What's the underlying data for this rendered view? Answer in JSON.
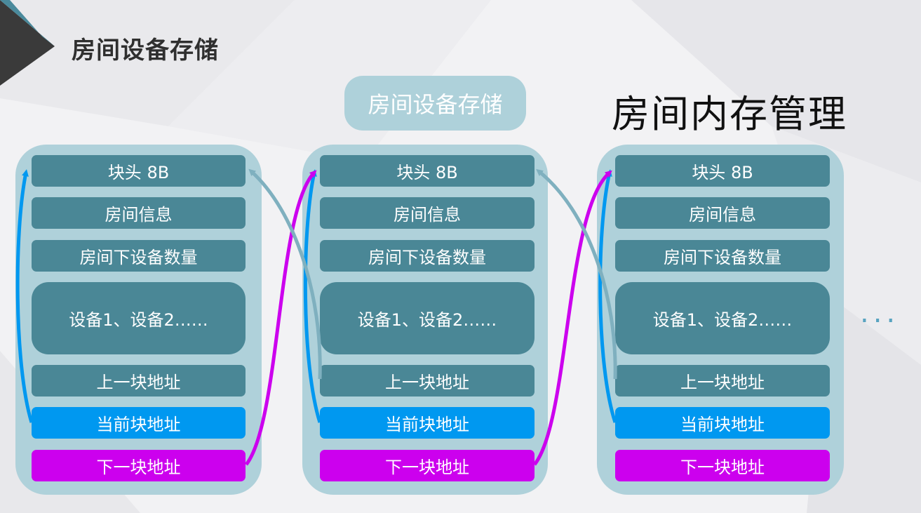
{
  "slide": {
    "title": "房间设备存储",
    "pill_label": "房间设备存储",
    "big_title": "房间内存管理",
    "ellipsis": "..."
  },
  "columns": [
    {
      "blocks": [
        "块头 8B",
        "房间信息",
        "房间下设备数量",
        "设备1、设备2……",
        "上一块地址",
        "当前块地址",
        "下一块地址"
      ]
    },
    {
      "blocks": [
        "块头 8B",
        "房间信息",
        "房间下设备数量",
        "设备1、设备2……",
        "上一块地址",
        "当前块地址",
        "下一块地址"
      ]
    },
    {
      "blocks": [
        "块头 8B",
        "房间信息",
        "房间下设备数量",
        "设备1、设备2……",
        "上一块地址",
        "当前块地址",
        "下一块地址"
      ]
    }
  ],
  "colors": {
    "column_bg": "#afd1da",
    "block_teal": "#4a8796",
    "current_block": "#0098f0",
    "next_block": "#cc00ee",
    "prev_arrow": "#7fb0bf"
  }
}
